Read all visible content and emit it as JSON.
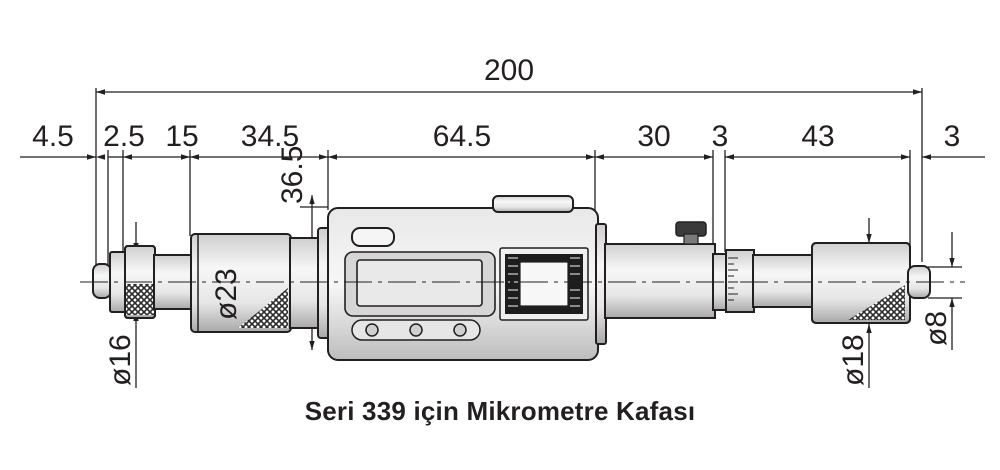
{
  "dimensions": {
    "overall": "200",
    "d1": "4.5",
    "d2": "2.5",
    "d3": "15",
    "d4": "34.5",
    "d5": "64.5",
    "d6": "30",
    "d7": "3",
    "d8": "43",
    "d9": "3",
    "height": "36.5"
  },
  "diameters": {
    "left_spindle": "ø16",
    "thimble": "ø23",
    "right_thimble": "ø18",
    "right_spindle": "ø8"
  },
  "caption": "Seri 339 için Mikrometre Kafası",
  "colors": {
    "line": "#231f20",
    "body_light": "#f2f2f2",
    "body_mid": "#d9d9d9",
    "body_dark": "#a6a6a6",
    "knurl": "#3a3a3a"
  }
}
